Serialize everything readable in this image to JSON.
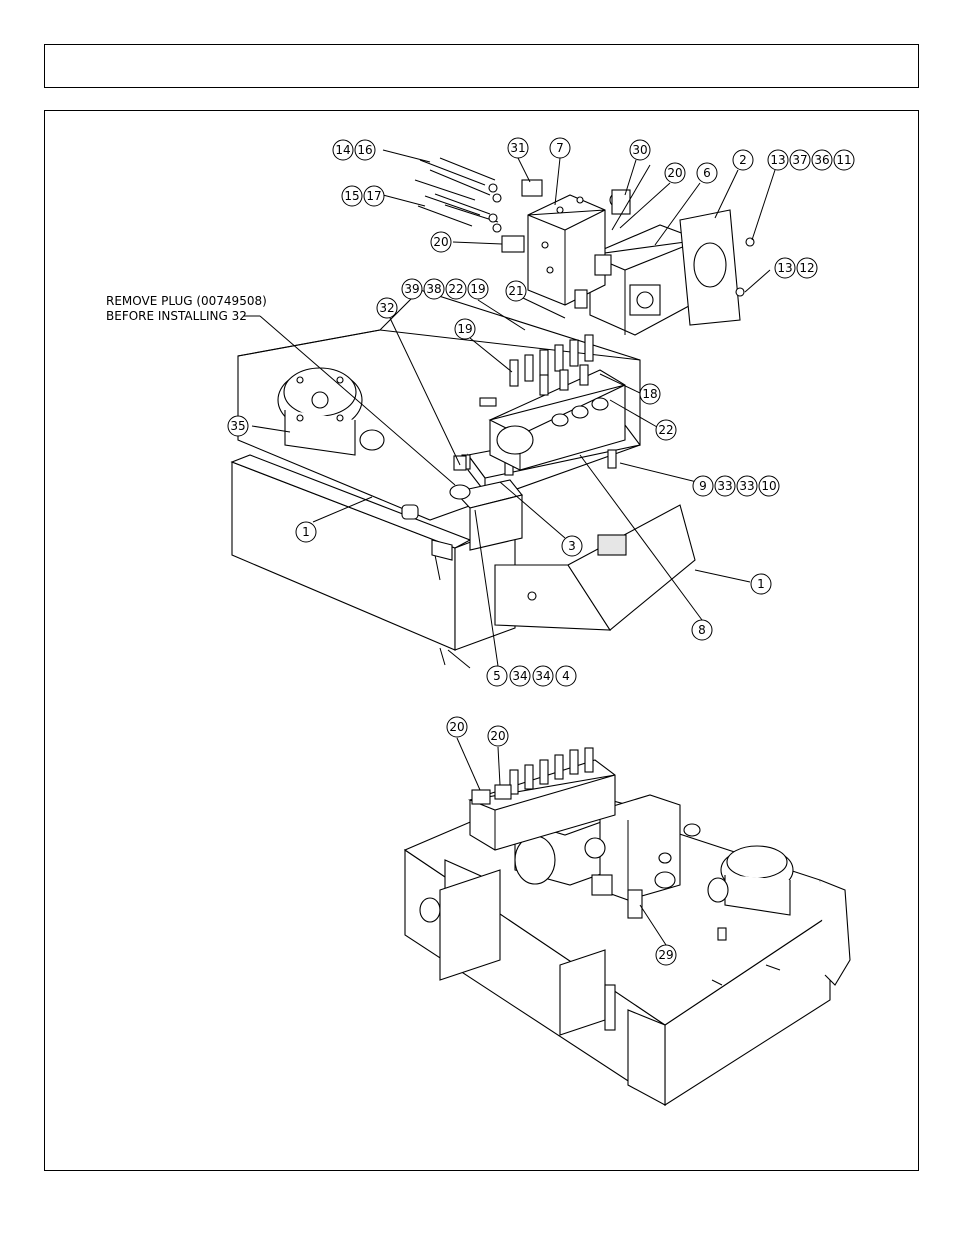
{
  "header": {
    "title": ""
  },
  "note": {
    "line1": "REMOVE PLUG (00749508)",
    "line2": "BEFORE INSTALLING 32"
  },
  "callouts": {
    "c14": "14",
    "c16": "16",
    "c15": "15",
    "c17": "17",
    "c31": "31",
    "c7": "7",
    "c30": "30",
    "c20a": "20",
    "c6": "6",
    "c2": "2",
    "c13a": "13",
    "c37": "37",
    "c36": "36",
    "c11": "11",
    "c20b": "20",
    "c13b": "13",
    "c12": "12",
    "c39": "39",
    "c38": "38",
    "c22a": "22",
    "c19a": "19",
    "c21": "21",
    "c32": "32",
    "c19b": "19",
    "c18": "18",
    "c35": "35",
    "c22b": "22",
    "c9": "9",
    "c33a": "33",
    "c33b": "33",
    "c10": "10",
    "c1a": "1",
    "c3": "3",
    "c1b": "1",
    "c8": "8",
    "c5": "5",
    "c34a": "34",
    "c34b": "34",
    "c4": "4",
    "c20c": "20",
    "c20d": "20",
    "c29": "29"
  }
}
